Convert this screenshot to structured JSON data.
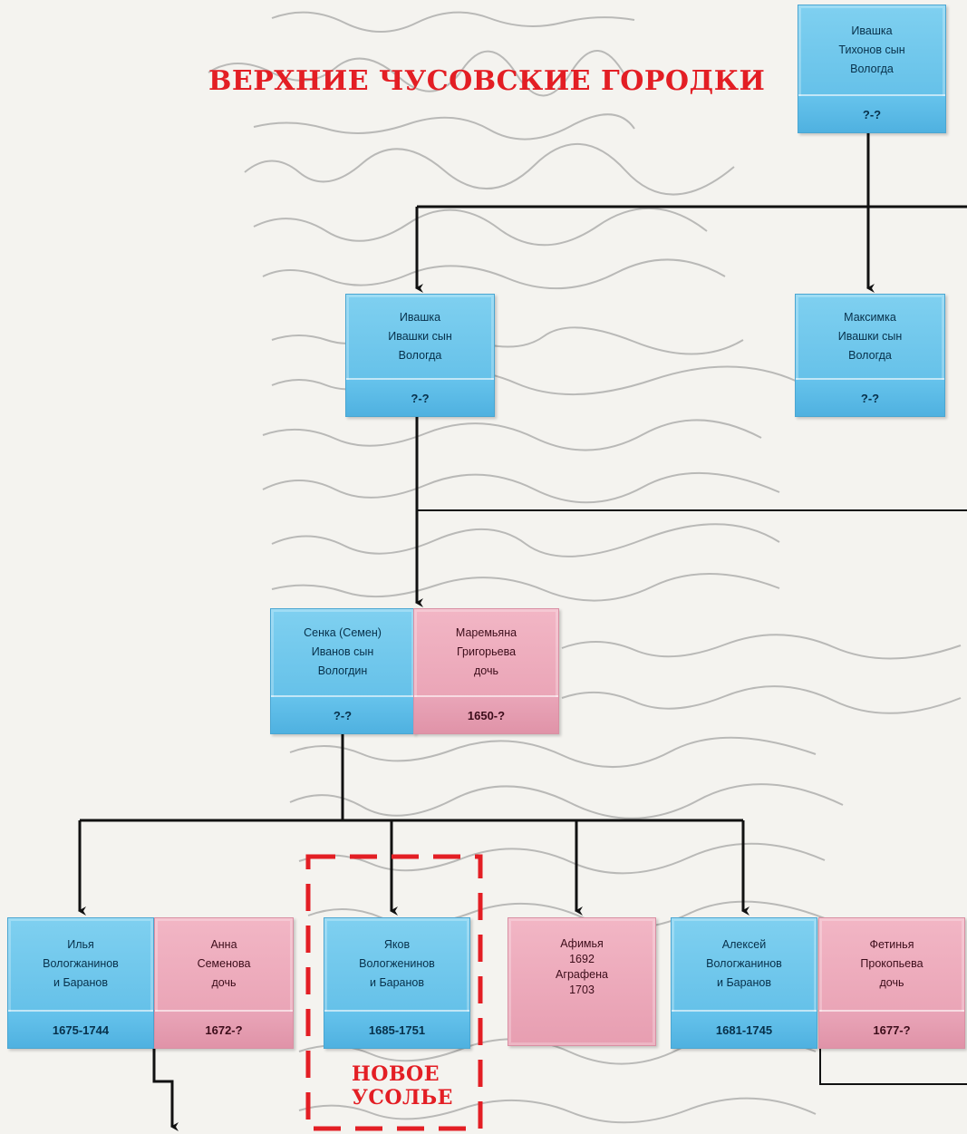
{
  "titles": {
    "main": "Верхние Чусовские городки",
    "new_usolye_line1": "Новое",
    "new_usolye_line2": "Усолье"
  },
  "colors": {
    "male": "#5bbbe6",
    "female": "#e79eb1",
    "accent": "#e31e24"
  },
  "persons": {
    "ivashka_tikhonov": {
      "lines": [
        "Ивашка",
        "Тихонов сын",
        "Вологда"
      ],
      "years": "?-?"
    },
    "ivashka_ivashki": {
      "lines": [
        "Ивашка",
        "Ивашки сын",
        "Вологда"
      ],
      "years": "?-?"
    },
    "maksimka": {
      "lines": [
        "Максимка",
        "Ивашки сын",
        "Вологда"
      ],
      "years": "?-?"
    },
    "senka": {
      "lines": [
        "Сенка (Семен)",
        "Иванов сын",
        "Вологдин"
      ],
      "years": "?-?"
    },
    "maremyana": {
      "lines": [
        "Маремьяна",
        "Григорьева",
        "дочь"
      ],
      "years": "1650-?"
    },
    "ilya": {
      "lines": [
        "Илья",
        "Вологжанинов",
        "и Баранов"
      ],
      "years": "1675-1744"
    },
    "anna": {
      "lines": [
        "Анна",
        "Семенова",
        "дочь"
      ],
      "years": "1672-?"
    },
    "yakov": {
      "lines": [
        "Яков",
        "Вологженинов",
        "и Баранов"
      ],
      "years": "1685-1751"
    },
    "afimya": {
      "lines": [
        "Афимья",
        "1692",
        "Аграфена",
        "1703"
      ]
    },
    "aleksey": {
      "lines": [
        "Алексей",
        "Вологжанинов",
        "и Баранов"
      ],
      "years": "1681-1745"
    },
    "fetinya": {
      "lines": [
        "Фетинья",
        "Прокопьева",
        "дочь"
      ],
      "years": "1677-?"
    }
  }
}
